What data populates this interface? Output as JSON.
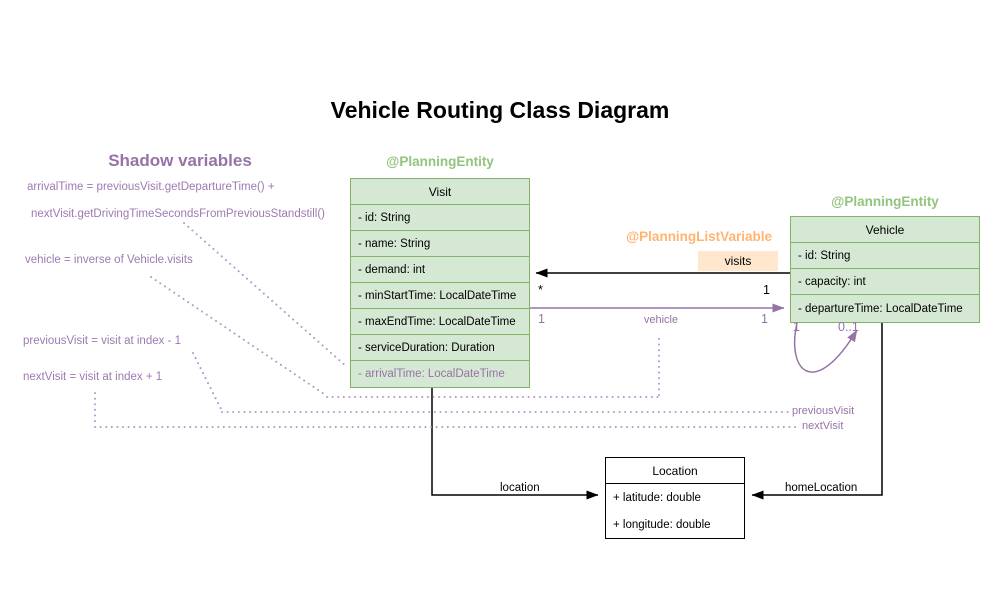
{
  "title": "Vehicle Routing Class Diagram",
  "shadow_panel": {
    "heading": "Shadow variables",
    "lines": [
      "arrivalTime = previousVisit.getDepartureTime() +",
      "nextVisit.getDrivingTimeSecondsFromPreviousStandstill()",
      "vehicle = inverse of Vehicle.visits",
      "previousVisit = visit at index - 1",
      "nextVisit = visit at index + 1"
    ]
  },
  "annotations": {
    "visit_entity": "@PlanningEntity",
    "vehicle_entity": "@PlanningEntity",
    "list_variable": "@PlanningListVariable"
  },
  "classes": {
    "visit": {
      "name": "Visit",
      "attributes": [
        "- id: String",
        "- name: String",
        "- demand: int",
        "- minStartTime: LocalDateTime",
        "- maxEndTime: LocalDateTime",
        "- serviceDuration: Duration"
      ],
      "shadow_attribute": "- arrivalTime: LocalDateTime"
    },
    "vehicle": {
      "name": "Vehicle",
      "attributes": [
        "- id: String",
        "- capacity: int",
        "- departureTime: LocalDateTime"
      ]
    },
    "location": {
      "name": "Location",
      "attributes": [
        "+ latitude: double",
        "+ longitude: double"
      ]
    }
  },
  "edges": {
    "visits": {
      "label": "visits",
      "near_visit": "*",
      "near_vehicle": "1"
    },
    "vehicle_ref": {
      "label": "vehicle",
      "near_visit": "1",
      "near_vehicle": "1"
    },
    "self_loop": {
      "start": "1",
      "end": "0..1"
    },
    "previous_visit": {
      "label": "previousVisit"
    },
    "next_visit": {
      "label": "nextVisit"
    },
    "location_ref": {
      "label": "location"
    },
    "home_location": {
      "label": "homeLocation"
    }
  },
  "colors": {
    "class_fill": "#d5e8d4",
    "class_border": "#82b366",
    "green_text": "#93c47d",
    "orange_text": "#ffb570",
    "chip_fill": "#ffe6cc",
    "purple": "#9673a6",
    "dotted_purple": "#b69bc9",
    "black": "#000000"
  }
}
